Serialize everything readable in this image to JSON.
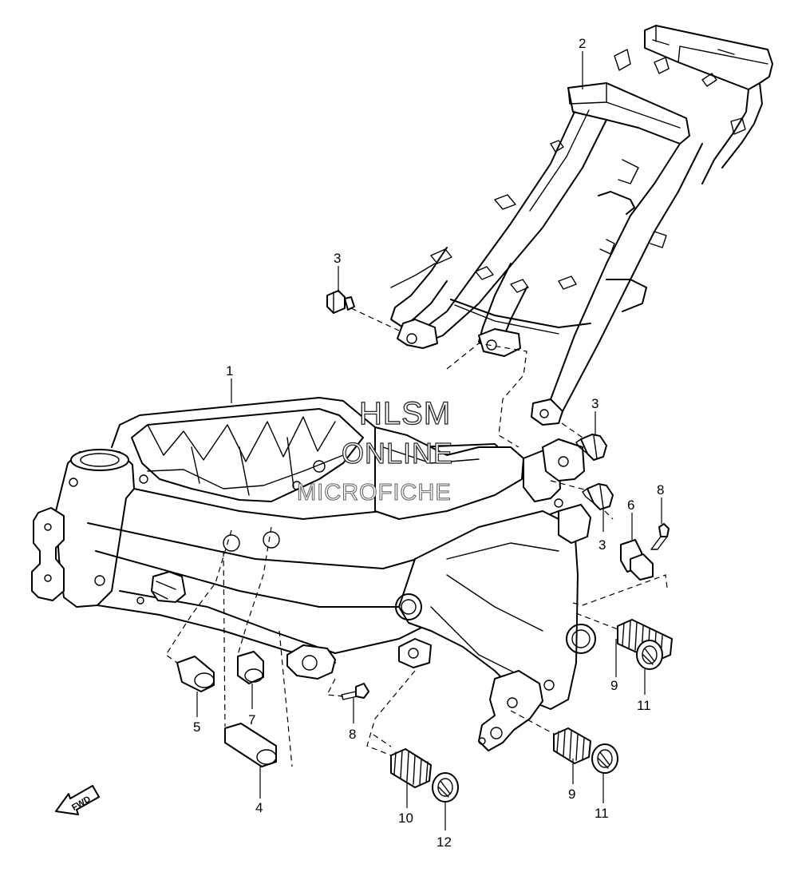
{
  "diagram": {
    "callouts": [
      {
        "id": "1",
        "label": "1"
      },
      {
        "id": "2",
        "label": "2"
      },
      {
        "id": "3a",
        "label": "3"
      },
      {
        "id": "3b",
        "label": "3"
      },
      {
        "id": "3c",
        "label": "3"
      },
      {
        "id": "4",
        "label": "4"
      },
      {
        "id": "5",
        "label": "5"
      },
      {
        "id": "6",
        "label": "6"
      },
      {
        "id": "7",
        "label": "7"
      },
      {
        "id": "8a",
        "label": "8"
      },
      {
        "id": "8b",
        "label": "8"
      },
      {
        "id": "9a",
        "label": "9"
      },
      {
        "id": "9b",
        "label": "9"
      },
      {
        "id": "10",
        "label": "10"
      },
      {
        "id": "11a",
        "label": "11"
      },
      {
        "id": "11b",
        "label": "11"
      },
      {
        "id": "12",
        "label": "12"
      }
    ],
    "watermark": {
      "line1": "HLSM",
      "line2": "ONLINE",
      "line3": "MICROFICHE"
    },
    "direction_marker": {
      "label": "FWD"
    }
  }
}
